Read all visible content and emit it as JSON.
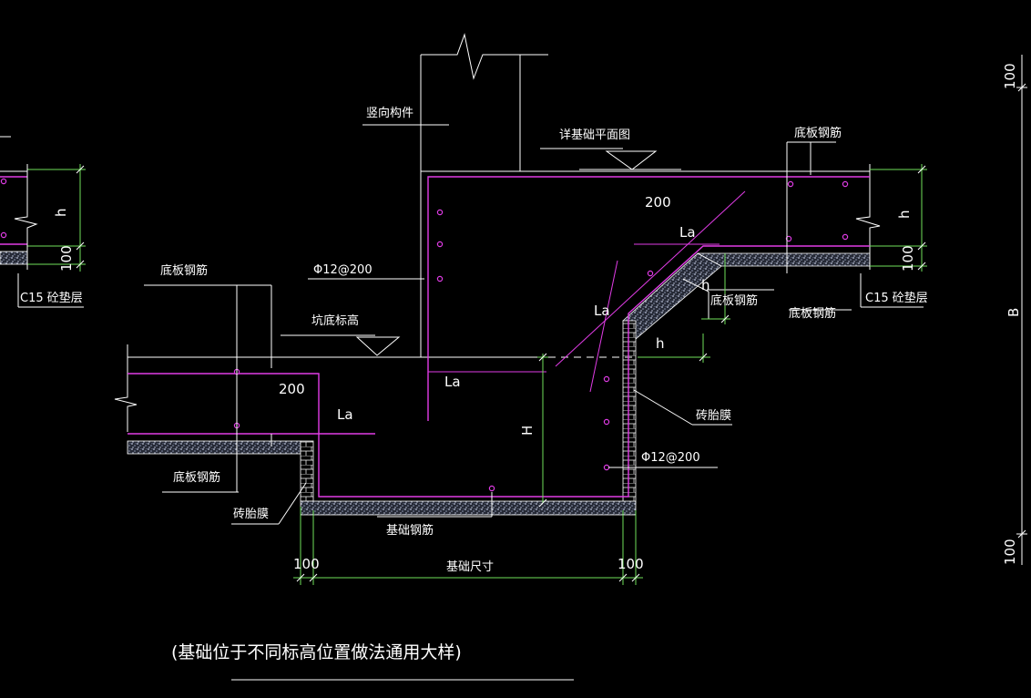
{
  "colors": {
    "background": "#000000",
    "line": "#ffffff",
    "rebar": "#e13ce6",
    "dimension": "#6fe05a",
    "concrete": "#9aa4bf"
  },
  "labels": {
    "vertical_member": "竖向构件",
    "see_foundation_plan": "详基础平面图",
    "bottom_rebar_top_right": "底板钢筋",
    "dim_200_top": "200",
    "la_upper": "La",
    "phi_top": "Φ12@200",
    "bottom_rebar_left_upper": "底板钢筋",
    "pit_bottom_elev": "坑底标高",
    "la_mid": "La",
    "bottom_rebar_slope_a": "底板钢筋",
    "bottom_rebar_slope_b": "底板钢筋",
    "c15_right": "C15 砼垫层",
    "c15_left": "C15 砼垫层",
    "h_right_small": "h",
    "h_step": "h",
    "la_center": "La",
    "dim_200_left": "200",
    "la_left": "La",
    "H_label": "H",
    "brick_mold_right": "砖胎膜",
    "phi_bottom": "Φ12@200",
    "bottom_rebar_left_lower": "底板钢筋",
    "brick_mold_left": "砖胎膜",
    "foundation_rebar": "基础钢筋",
    "dim_100_left": "100",
    "foundation_size": "基础尺寸",
    "dim_100_right": "100",
    "dim_100_right_top": "100",
    "h_left": "h",
    "dim_100_left_edge": "100",
    "side_100_top": "100",
    "side_B": "B",
    "side_100_bottom": "100",
    "caption": "(基础位于不同标高位置做法通用大样)"
  }
}
